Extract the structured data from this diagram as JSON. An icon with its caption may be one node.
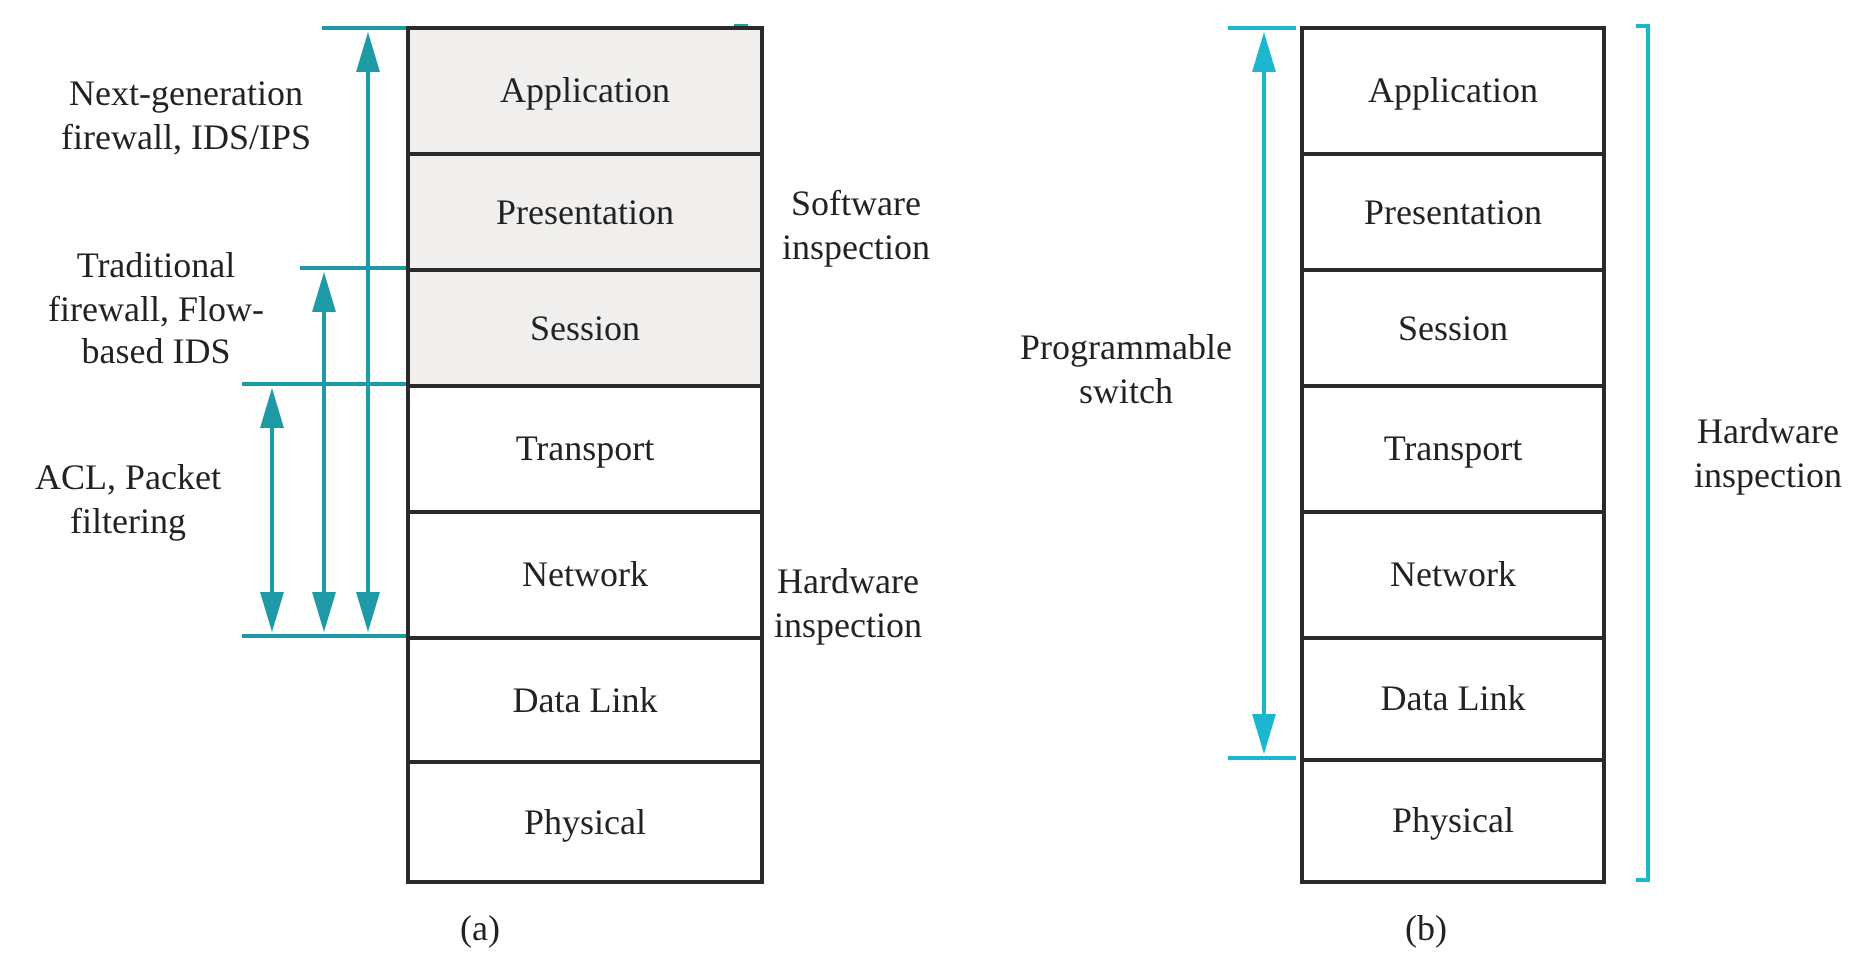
{
  "diagram": {
    "nodes": [
      {
        "text": [
          "Application"
        ]
      },
      {
        "text": [
          "Presentation"
        ]
      },
      {
        "text": [
          "Session"
        ]
      },
      {
        "text": [
          "Transport"
        ]
      },
      {
        "text": [
          "Network"
        ]
      },
      {
        "text": [
          "Data Link"
        ]
      },
      {
        "text": [
          "Physical"
        ]
      },
      {
        "text": [
          "Application"
        ]
      },
      {
        "text": [
          "Presentation"
        ]
      },
      {
        "text": [
          "Session"
        ]
      },
      {
        "text": [
          "Transport"
        ]
      },
      {
        "text": [
          "Network"
        ]
      },
      {
        "text": [
          "Data Link"
        ]
      },
      {
        "text": [
          "Physical"
        ]
      }
    ],
    "labels": [
      "Next-generation firewall, IDS/IPS",
      "Traditional firewall, Flow-based IDS",
      "ACL, Packet filtering",
      "Software inspection",
      "Hardware inspection",
      "(a)",
      "Programmable switch",
      "Hardware inspection",
      "(b)"
    ]
  }
}
